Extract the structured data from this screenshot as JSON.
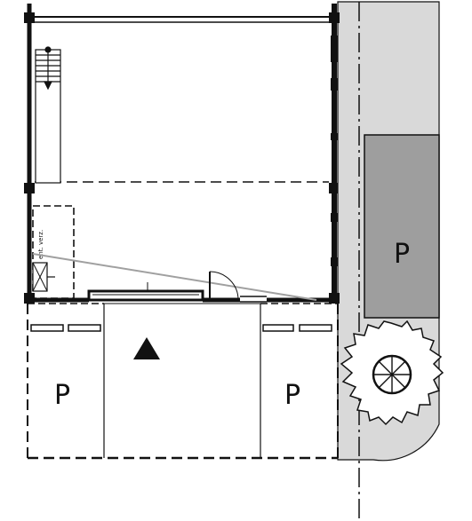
{
  "parking_labels": {
    "left": "P",
    "right": "P",
    "street": "P"
  },
  "equipment_label": "ent. verz.",
  "colors": {
    "background": "#ffffff",
    "wall": "#111111",
    "sidewalk": "#d9d9d9",
    "parked_car": "#9e9e9e",
    "tree_canopy": "#ffffff",
    "sight_line": "#a0a0a0"
  },
  "icons": {
    "entrance": "triangle-up-icon",
    "tree": "tree-icon",
    "stair": "stair-icon"
  }
}
